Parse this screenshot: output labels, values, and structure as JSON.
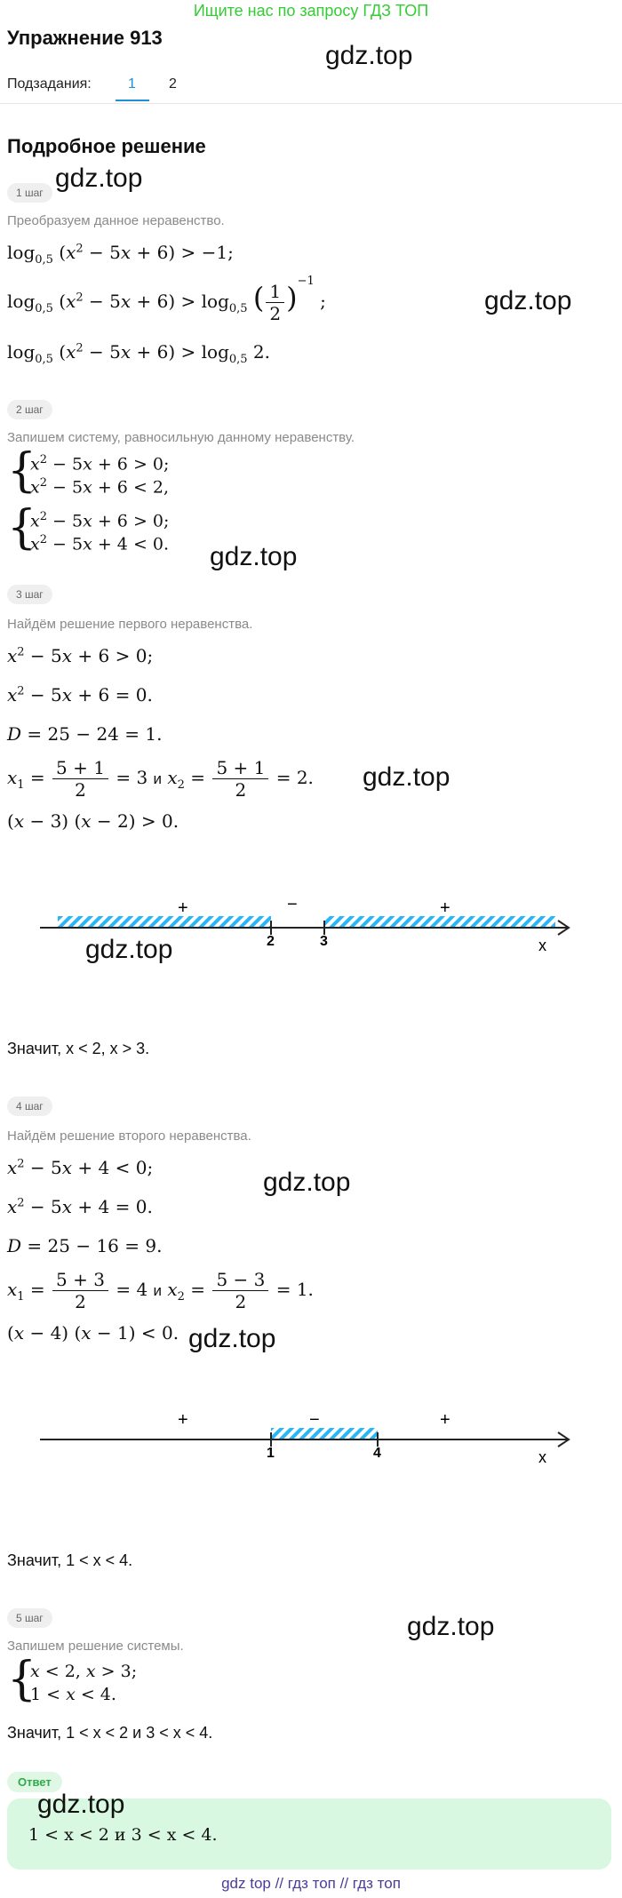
{
  "banner": "Ищите нас по запросу ГДЗ ТОП",
  "title": "Упражнение 913",
  "subtasks": {
    "label": "Подзадания:",
    "tabs": [
      "1",
      "2"
    ]
  },
  "section_title": "Подробное решение",
  "watermark": "gdz.top",
  "steps": [
    {
      "badge": "1 шаг",
      "desc": "Преобразуем данное неравенство.",
      "lines": [
        "log0,5 (x² − 5x + 6) > −1;",
        "log0,5 (x² − 5x + 6) > log0,5 (1/2)^−1;",
        "log0,5 (x² − 5x + 6) > log0,5 2."
      ]
    },
    {
      "badge": "2 шаг",
      "desc": "Запишем систему, равносильную данному неравенству.",
      "system1": [
        "x² − 5x + 6 > 0;",
        "x² − 5x + 6 < 2,"
      ],
      "system2": [
        "x² − 5x + 6 > 0;",
        "x² − 5x + 4 < 0."
      ]
    },
    {
      "badge": "3 шаг",
      "desc": "Найдём решение первого неравенства.",
      "lines": [
        "x² − 5x + 6 > 0;",
        "x² − 5x + 6 = 0.",
        "D = 25 − 24 = 1.",
        "x1 = (5 + 1)/2 = 3 и x2 = (5 + 1)/2 = 2.",
        "(x − 3) (x − 2) > 0."
      ],
      "numline": {
        "points": [
          "2",
          "3"
        ],
        "signs": [
          "+",
          "−",
          "+"
        ],
        "axis": "x"
      },
      "conclusion": "Значит, x < 2,  x > 3."
    },
    {
      "badge": "4 шаг",
      "desc": "Найдём решение второго неравенства.",
      "lines": [
        "x² − 5x + 4 < 0;",
        "x² − 5x + 4 = 0.",
        "D = 25 − 16 = 9.",
        "x1 = (5 + 3)/2 = 4 и x2 = (5 − 3)/2 = 1.",
        "(x − 4) (x − 1) < 0."
      ],
      "numline": {
        "points": [
          "1",
          "4"
        ],
        "signs": [
          "+",
          "−",
          "+"
        ],
        "axis": "x"
      },
      "conclusion": "Значит, 1 < x < 4."
    },
    {
      "badge": "5 шаг",
      "desc": "Запишем решение системы.",
      "system": [
        "x < 2,  x > 3;",
        "1 < x < 4."
      ],
      "conclusion": "Значит, 1 < x < 2 и 3 < x < 4."
    }
  ],
  "answer": {
    "badge": "Ответ",
    "text": "1 < x < 2 и 3 < x < 4."
  },
  "footer": "gdz top  //  гдз топ  //  гдз топ",
  "colors": {
    "banner": "#33cc33",
    "accent": "#1f8fd6",
    "hatch": "#29b6f6",
    "answer_bg": "#d9f8e1",
    "footer": "#4a3d9a"
  }
}
